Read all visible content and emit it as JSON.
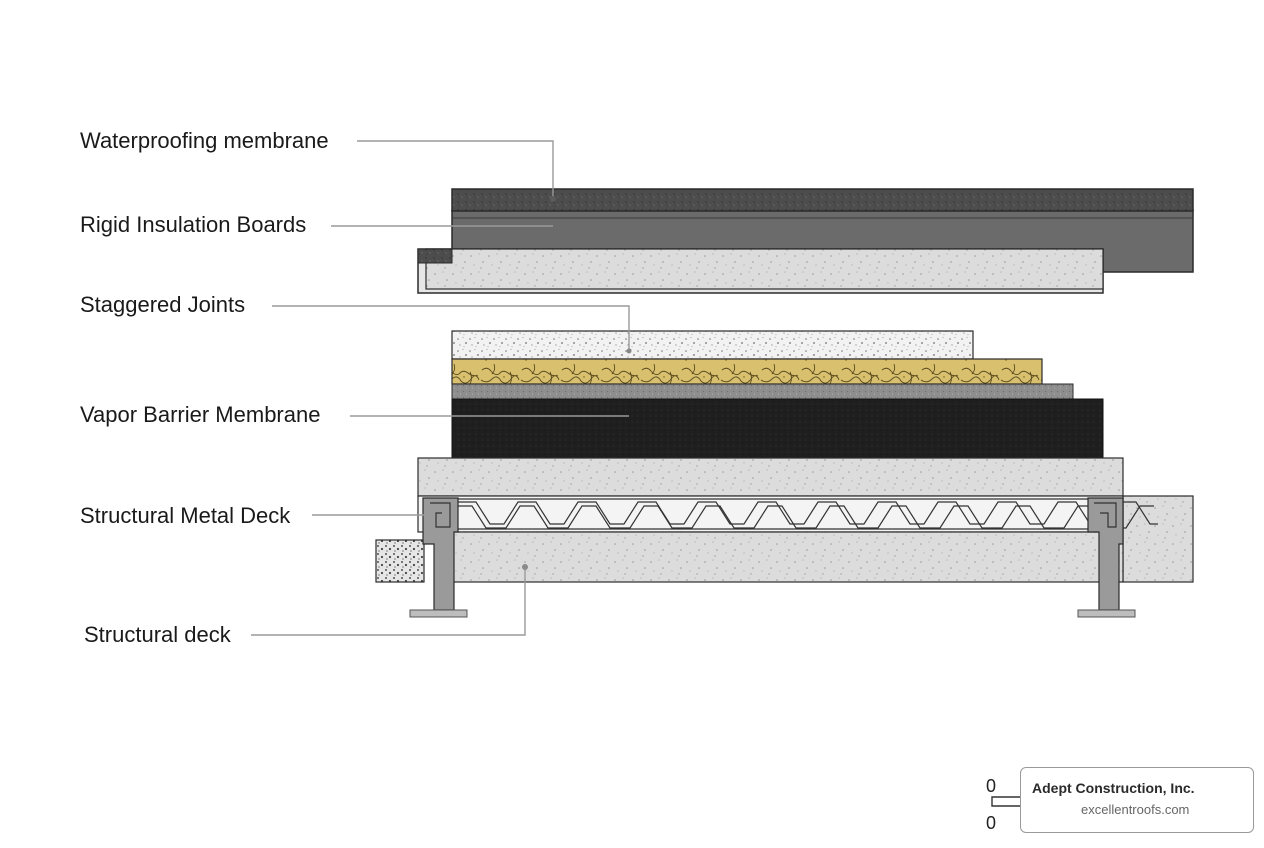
{
  "labels": {
    "waterproofing": "Waterproofing membrane",
    "rigid_insulation": "Rigid Insulation Boards",
    "staggered_joints": "Staggered Joints",
    "vapor_barrier": "Vapor Barrier Membrane",
    "metal_deck": "Structural Metal Deck",
    "structural_deck": "Structural deck"
  },
  "brand": {
    "company": "Adept Construction, Inc.",
    "website": "excellentroofs.com",
    "scale_top": "0",
    "scale_bottom": "0"
  },
  "colors": {
    "waterproofing": "#4a4a4a",
    "rigid_insulation": "#6b6b6b",
    "concrete": "#d9d9d9",
    "insulation_speckled": "#efefef",
    "cork_layer": "#d8bf6a",
    "vapor_barrier": "#222222",
    "steel": "#8f8f8f",
    "leader": "#9a9a9a"
  }
}
